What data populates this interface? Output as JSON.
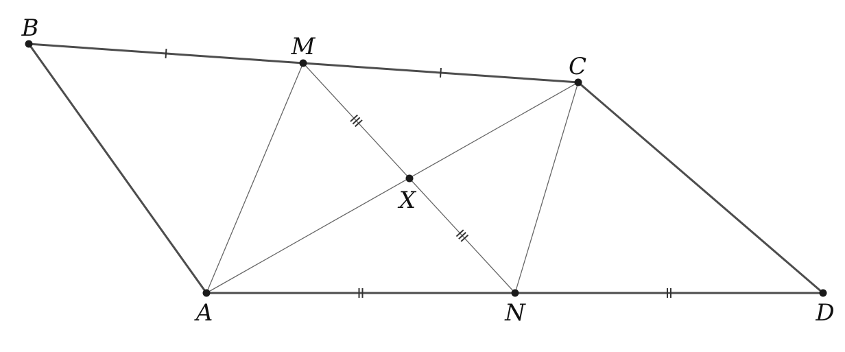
{
  "points": [
    {
      "id": "B",
      "label": "B"
    },
    {
      "id": "M",
      "label": "M"
    },
    {
      "id": "C",
      "label": "C"
    },
    {
      "id": "X",
      "label": "X"
    },
    {
      "id": "A",
      "label": "A"
    },
    {
      "id": "N",
      "label": "N"
    },
    {
      "id": "D",
      "label": "D"
    }
  ],
  "segments": [
    {
      "from": "B",
      "to": "M",
      "style": "thick",
      "marks": 1
    },
    {
      "from": "M",
      "to": "C",
      "style": "thick",
      "marks": 1
    },
    {
      "from": "A",
      "to": "N",
      "style": "thick",
      "marks": 2
    },
    {
      "from": "N",
      "to": "D",
      "style": "thick",
      "marks": 2
    },
    {
      "from": "B",
      "to": "A",
      "style": "thick",
      "marks": 0
    },
    {
      "from": "C",
      "to": "D",
      "style": "thick",
      "marks": 0
    },
    {
      "from": "A",
      "to": "M",
      "style": "thin",
      "marks": 0
    },
    {
      "from": "M",
      "to": "X",
      "style": "thin",
      "marks": 3
    },
    {
      "from": "X",
      "to": "N",
      "style": "thin",
      "marks": 3
    },
    {
      "from": "A",
      "to": "C",
      "style": "thin",
      "marks": 0
    },
    {
      "from": "C",
      "to": "N",
      "style": "thin",
      "marks": 0
    }
  ]
}
